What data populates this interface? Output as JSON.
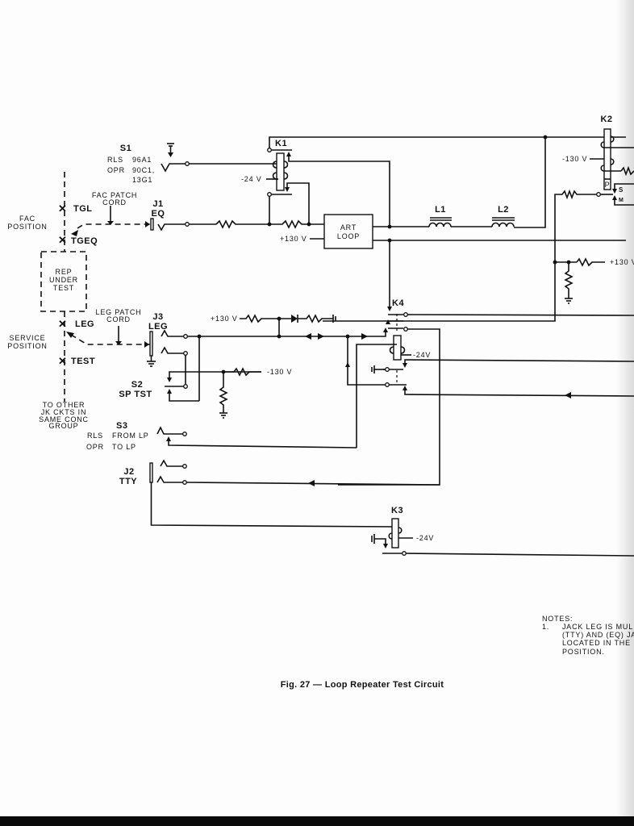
{
  "figure": {
    "caption": "Fig. 27 — Loop Repeater Test Circuit",
    "background": "#fdfdfd",
    "ink": "#111111"
  },
  "left_panel": {
    "fac_position": [
      "FAC",
      "POSITION"
    ],
    "service_position": [
      "SERVICE",
      "POSITION"
    ],
    "jacks": {
      "tgl": "TGL",
      "tgeq": "TGEQ",
      "leg": "LEG",
      "test": "TEST"
    },
    "rep_under_test": [
      "REP",
      "UNDER",
      "TEST"
    ],
    "to_other": [
      "TO OTHER",
      "JK CKTS IN",
      "SAME CONC",
      "GROUP"
    ],
    "fac_patch_cord": [
      "FAC PATCH",
      "CORD"
    ],
    "leg_patch_cord": [
      "LEG PATCH",
      "CORD"
    ]
  },
  "switches": {
    "s1": {
      "name": "S1",
      "rls_label": "RLS",
      "rls_value": "96A1",
      "opr_label": "OPR",
      "opr_value": "90C1,",
      "opr_value2": "13G1"
    },
    "s2": {
      "name": "S2",
      "sub": "SP TST"
    },
    "s3": {
      "name": "S3",
      "rls_label": "RLS",
      "rls_value": "FROM LP",
      "opr_label": "OPR",
      "opr_value": "TO LP"
    }
  },
  "jacks": {
    "j1": {
      "name": "J1",
      "sub": "EQ"
    },
    "j2": {
      "name": "J2",
      "sub": "TTY"
    },
    "j3": {
      "name": "J3",
      "sub": "LEG"
    }
  },
  "relays": {
    "k1": {
      "name": "K1",
      "voltage": "-24 V"
    },
    "k2": {
      "name": "K2",
      "voltage": "-130 V",
      "p_label": "P",
      "s_label": "S",
      "m_label": "M"
    },
    "k3": {
      "name": "K3",
      "voltage": "-24V"
    },
    "k4": {
      "name": "K4",
      "voltage": "-24V"
    }
  },
  "components": {
    "art_loop": [
      "ART",
      "LOOP"
    ],
    "art_loop_supply": "+130 V",
    "l1": "L1",
    "l2": "L2",
    "plus130_k2": "+130 V",
    "plus130_diode": "+130 V",
    "minus130_s2": "-130 V"
  },
  "notes": {
    "title": "NOTES:",
    "number": "1.",
    "lines": [
      "JACK LEG IS MUL",
      "(TTY) AND (EQ) JAC",
      "LOCATED IN THE",
      "POSITION."
    ]
  }
}
